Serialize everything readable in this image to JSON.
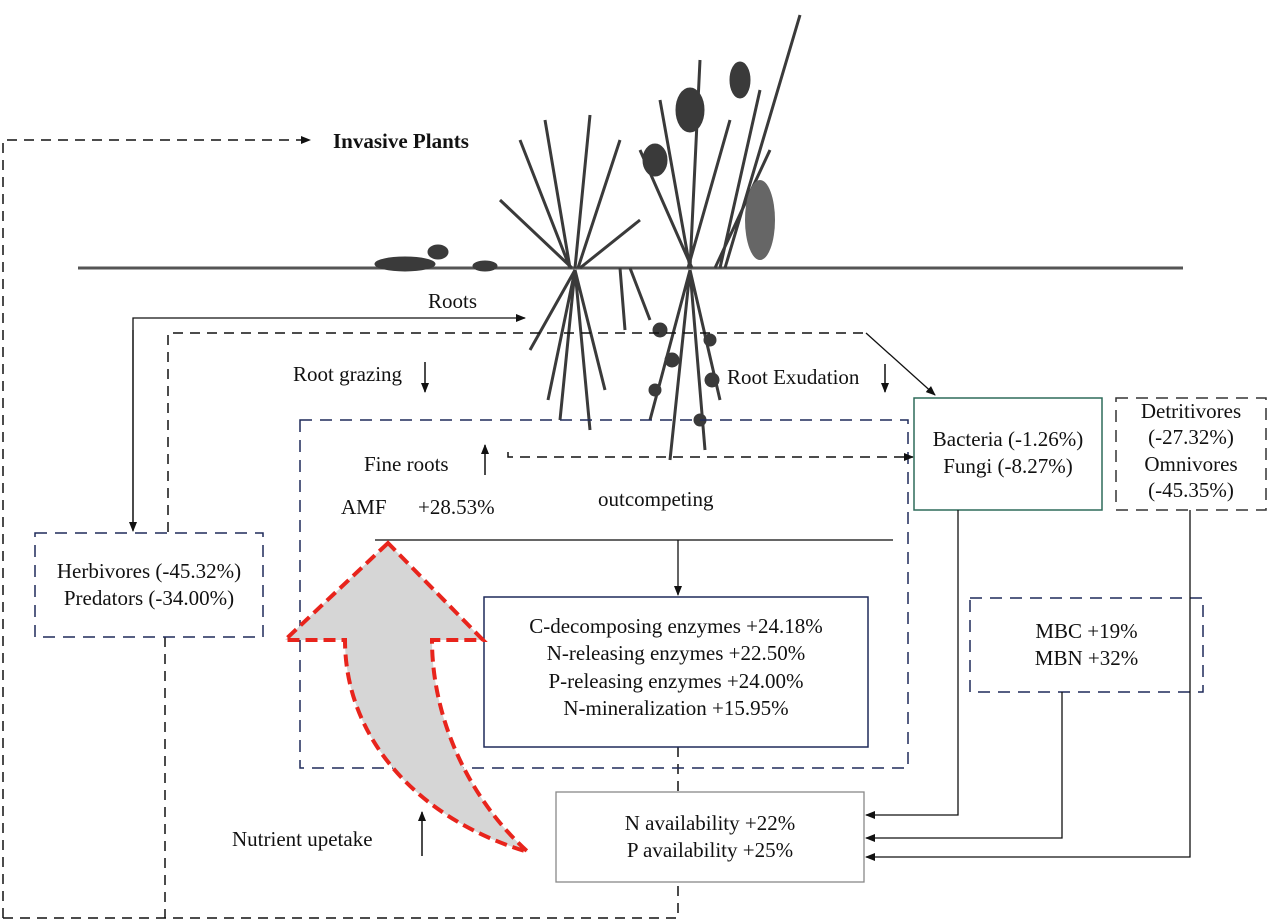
{
  "title": "Invasive Plants",
  "labels": {
    "roots": "Roots",
    "root_grazing": "Root grazing",
    "root_exudation": "Root Exudation",
    "fine_roots": "Fine roots",
    "amf": "AMF",
    "amf_value": "+28.53%",
    "outcompeting": "outcompeting",
    "nutrient_uptake": "Nutrient upetake"
  },
  "boxes": {
    "microbes": [
      "Bacteria (-1.26%)",
      "Fungi (-8.27%)"
    ],
    "detritivores": [
      "Detritivores",
      "(-27.32%)",
      "Omnivores",
      "(-45.35%)"
    ],
    "herbivores": [
      "Herbivores (-45.32%)",
      "Predators (-34.00%)"
    ],
    "enzymes": [
      "C-decomposing enzymes +24.18%",
      "N-releasing enzymes +22.50%",
      "P-releasing enzymes +24.00%",
      "N-mineralization +15.95%"
    ],
    "microbial_biomass": [
      "MBC +19%",
      "MBN +32%"
    ],
    "availability": [
      "N availability +22%",
      "P availability +25%"
    ]
  },
  "colors": {
    "navy": "#1f2a5a",
    "teal": "#2e6b5a",
    "red": "#e8241c",
    "arrow_fill": "#d6d6d6",
    "plant": "#3a3a3a"
  }
}
